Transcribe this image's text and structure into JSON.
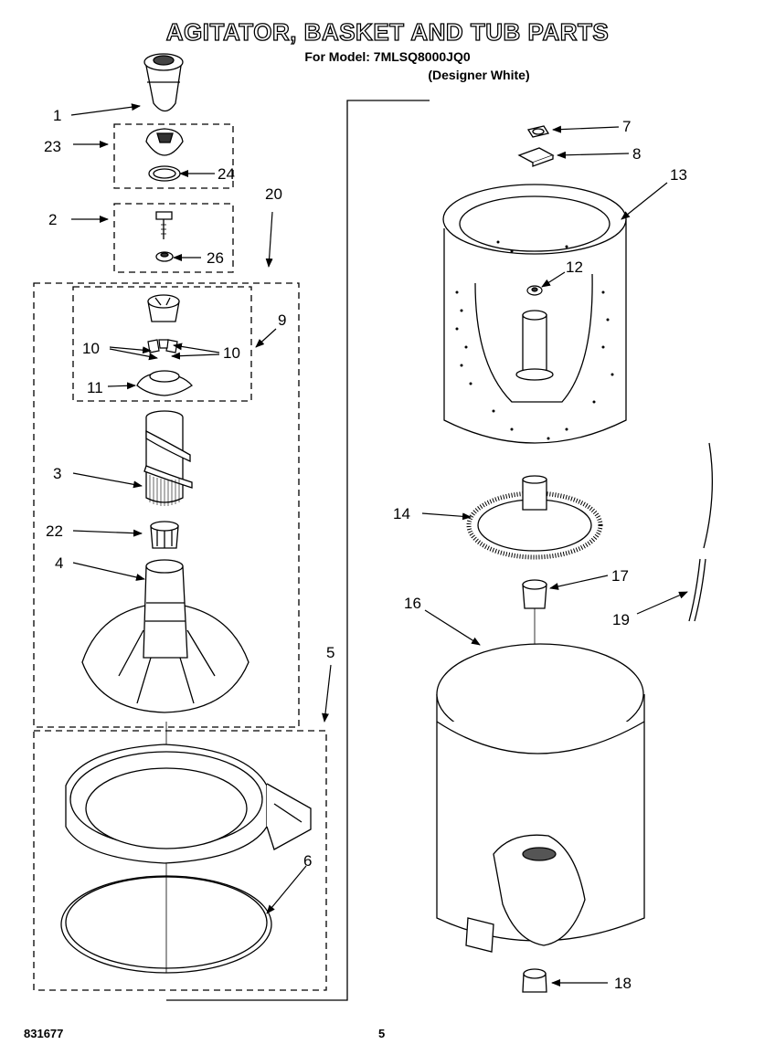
{
  "header": {
    "title": "AGITATOR, BASKET AND TUB PARTS",
    "model_line": "For Model: 7MLSQ8000JQ0",
    "finish_line": "(Designer White)"
  },
  "footer": {
    "doc_number": "831677",
    "page_number": "5"
  },
  "callouts": {
    "c1": "1",
    "c2": "2",
    "c3": "3",
    "c4": "4",
    "c5": "5",
    "c6": "6",
    "c7": "7",
    "c8": "8",
    "c9": "9",
    "c10a": "10",
    "c10b": "10",
    "c11": "11",
    "c12": "12",
    "c13": "13",
    "c14": "14",
    "c16": "16",
    "c17": "17",
    "c18": "18",
    "c19": "19",
    "c20": "20",
    "c22": "22",
    "c23": "23",
    "c24": "24",
    "c26": "26"
  }
}
